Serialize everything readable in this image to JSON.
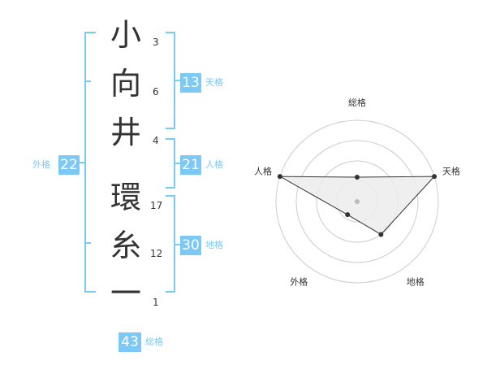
{
  "name": {
    "chars": [
      {
        "char": "小",
        "strokes": "3"
      },
      {
        "char": "向",
        "strokes": "6"
      },
      {
        "char": "井",
        "strokes": "4"
      },
      {
        "char": "環",
        "strokes": "17"
      },
      {
        "char": "糸",
        "strokes": "12"
      },
      {
        "char": "一",
        "strokes": "1"
      }
    ]
  },
  "fortune": {
    "tenkaku": {
      "value": "13",
      "label": "天格"
    },
    "jinkaku": {
      "value": "21",
      "label": "人格"
    },
    "chikaku": {
      "value": "30",
      "label": "地格"
    },
    "gaikaku": {
      "value": "22",
      "label": "外格"
    },
    "soukaku": {
      "value": "43",
      "label": "総格"
    }
  },
  "chart_data": {
    "type": "radar",
    "axes": [
      "総格",
      "天格",
      "地格",
      "外格",
      "人格"
    ],
    "values": [
      0.3,
      1.0,
      0.5,
      0.2,
      1.0
    ],
    "range": [
      0,
      1
    ],
    "rings": 4,
    "colors": {
      "fill": "#ececec",
      "line": "#333333",
      "grid": "#cccccc",
      "point": "#333333"
    }
  }
}
